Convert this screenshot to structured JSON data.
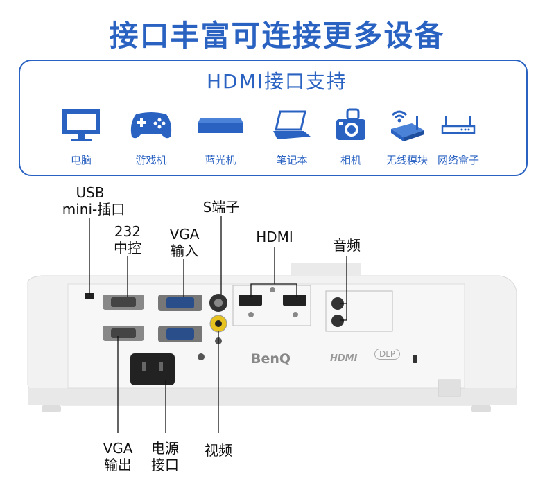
{
  "title": "接口丰富可连接更多设备",
  "hdmi_section": {
    "heading": "HDMI接口支持",
    "devices": [
      {
        "label": "电脑",
        "icon": "monitor-icon"
      },
      {
        "label": "游戏机",
        "icon": "gamepad-icon"
      },
      {
        "label": "蓝光机",
        "icon": "bluray-player-icon"
      },
      {
        "label": "笔记本",
        "icon": "laptop-icon"
      },
      {
        "label": "相机",
        "icon": "camera-icon"
      },
      {
        "label": "无线模块",
        "icon": "wireless-router-icon"
      },
      {
        "label": "网络盒子",
        "icon": "network-box-icon"
      }
    ]
  },
  "callouts": {
    "usb_line1": "USB",
    "usb_line2": "mini-插口",
    "rs232_line1": "232",
    "rs232_line2": "中控",
    "vga_in_line1": "VGA",
    "vga_in_line2": "输入",
    "svideo": "S端子",
    "hdmi": "HDMI",
    "audio": "音频",
    "vga_out_line1": "VGA",
    "vga_out_line2": "输出",
    "power_line1": "电源",
    "power_line2": "接口",
    "video": "视频"
  },
  "projector": {
    "brand": "BenQ",
    "hdmi_logo": "HDMI",
    "dlp_logo": "DLP"
  },
  "colors": {
    "accent": "#2a62c2"
  }
}
